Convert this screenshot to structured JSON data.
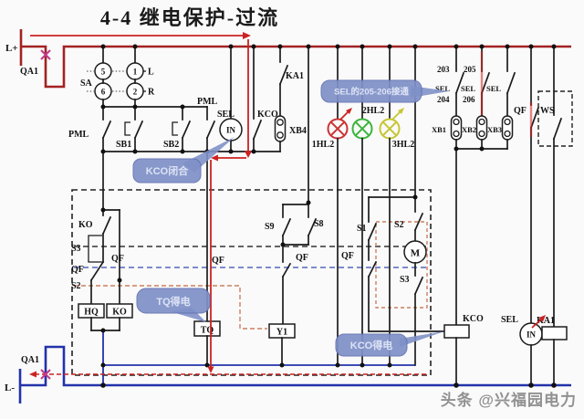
{
  "title": "4-4  继电保护-过流",
  "watermark": "头条 @兴福园电力",
  "colors": {
    "positive_rail": "#a32222",
    "negative_rail": "#2233aa",
    "highlight_path": "#cc2222",
    "cross_mark": "#c03a8a",
    "callout_bg": "#8091c8",
    "lamp_red": "#cc3333",
    "lamp_green": "#3cb43c",
    "lamp_yellow": "#c6c631"
  },
  "rails": {
    "positive": "L+",
    "negative": "L-",
    "breaker_top": "QA1",
    "breaker_bottom": "QA1"
  },
  "selector": {
    "name": "SA",
    "c5": "5",
    "c1": "1",
    "c6": "6",
    "c2": "2",
    "left": "L",
    "right": "R"
  },
  "top_contacts": {
    "pml_left": "PML",
    "sb1": "SB1",
    "sb2": "SB2",
    "pml_right": "PML",
    "sel": "SEL",
    "in": "IN",
    "kco": "KCO",
    "ka1": "KA1",
    "xb4": "XB4"
  },
  "lamps": [
    {
      "label": "1HL2",
      "color": "#cc3333"
    },
    {
      "label": "2HL2",
      "color": "#3cb43c"
    },
    {
      "label": "3HL2",
      "color": "#c6c631"
    }
  ],
  "sel_block": {
    "t203": "203",
    "t205": "205",
    "sel1": "SEL",
    "sel2": "SEL",
    "sel3": "SEL",
    "t204": "204",
    "t206": "206",
    "xb1": "XB1",
    "xb2": "XB2",
    "xb3": "XB3"
  },
  "right": {
    "qf": "QF",
    "ws": "WS",
    "kco_coil": "KCO",
    "sel": "SEL",
    "in": "IN",
    "ka1_coil": "KA1"
  },
  "box": {
    "ko_contact": "KO",
    "s3": "S3",
    "qf_a": "QF",
    "s2": "S2",
    "qf_b": "QF",
    "hq_coil": "HQ",
    "ko_coil": "KO",
    "qf_c": "QF",
    "tq_coil": "TQ",
    "s9": "S9",
    "s8": "S8",
    "qf_d": "QF",
    "y1_coil": "Y1",
    "qf_e": "QF",
    "s1": "S1",
    "s2_m": "S2",
    "motor": "M",
    "s3_m": "S3"
  },
  "callouts": {
    "kco_close": "KCO闭合",
    "sel_205": "SEL的205-206接通",
    "tq_energized": "TQ得电",
    "kco_energized": "KCO得电"
  }
}
